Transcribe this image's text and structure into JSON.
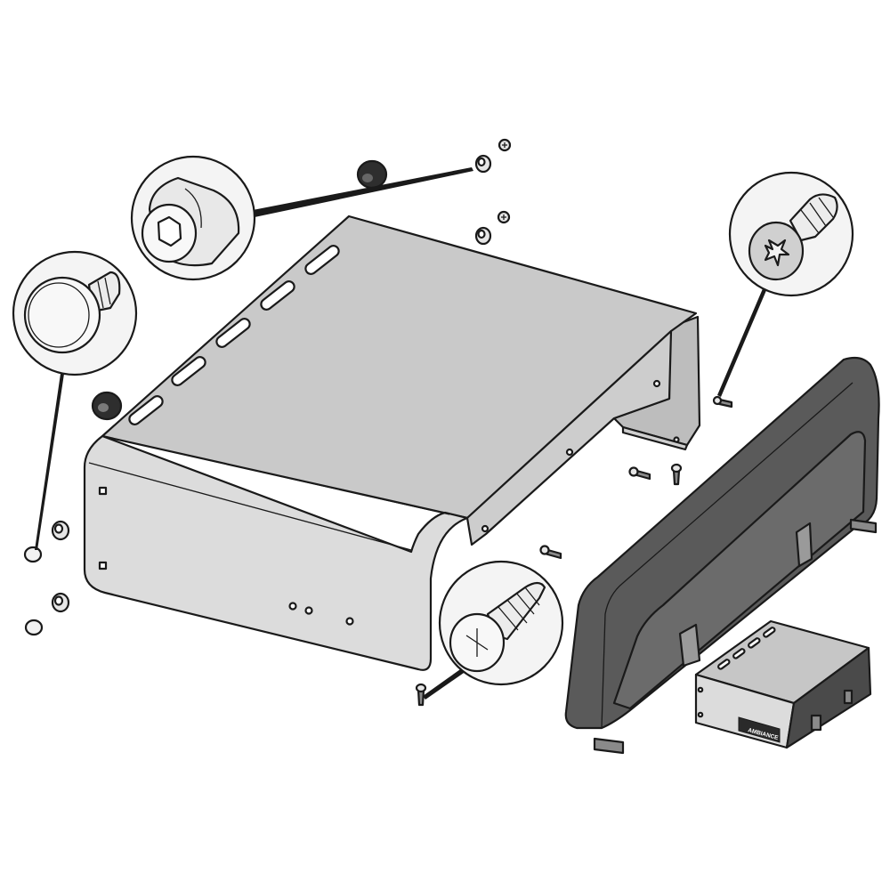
{
  "colors": {
    "background": "#ffffff",
    "sheet_metal_top": "#c9c9c9",
    "sheet_metal_front": "#dcdcdc",
    "dark_housing": "#5a5a5a",
    "dark_housing_face": "#6b6b6b",
    "detail_bubble": "#f2f2f2",
    "fastener": "#e6e6e6",
    "outline": "#1a1a1a"
  },
  "parts": {
    "enclosure_cover": "sheet-metal-cover",
    "side_housing": "dark-side-housing",
    "small_box": "small-electronics-box",
    "grommets": "rubber-grommet-icon",
    "feet": "foot-icon"
  },
  "callouts": [
    {
      "name": "socket-cap-detail-icon"
    },
    {
      "name": "flat-head-bolt-detail-icon"
    },
    {
      "name": "phillips-pan-screw-detail-icon"
    },
    {
      "name": "self-drilling-screw-detail-icon"
    }
  ],
  "small_box_label": "AMBIANCE"
}
